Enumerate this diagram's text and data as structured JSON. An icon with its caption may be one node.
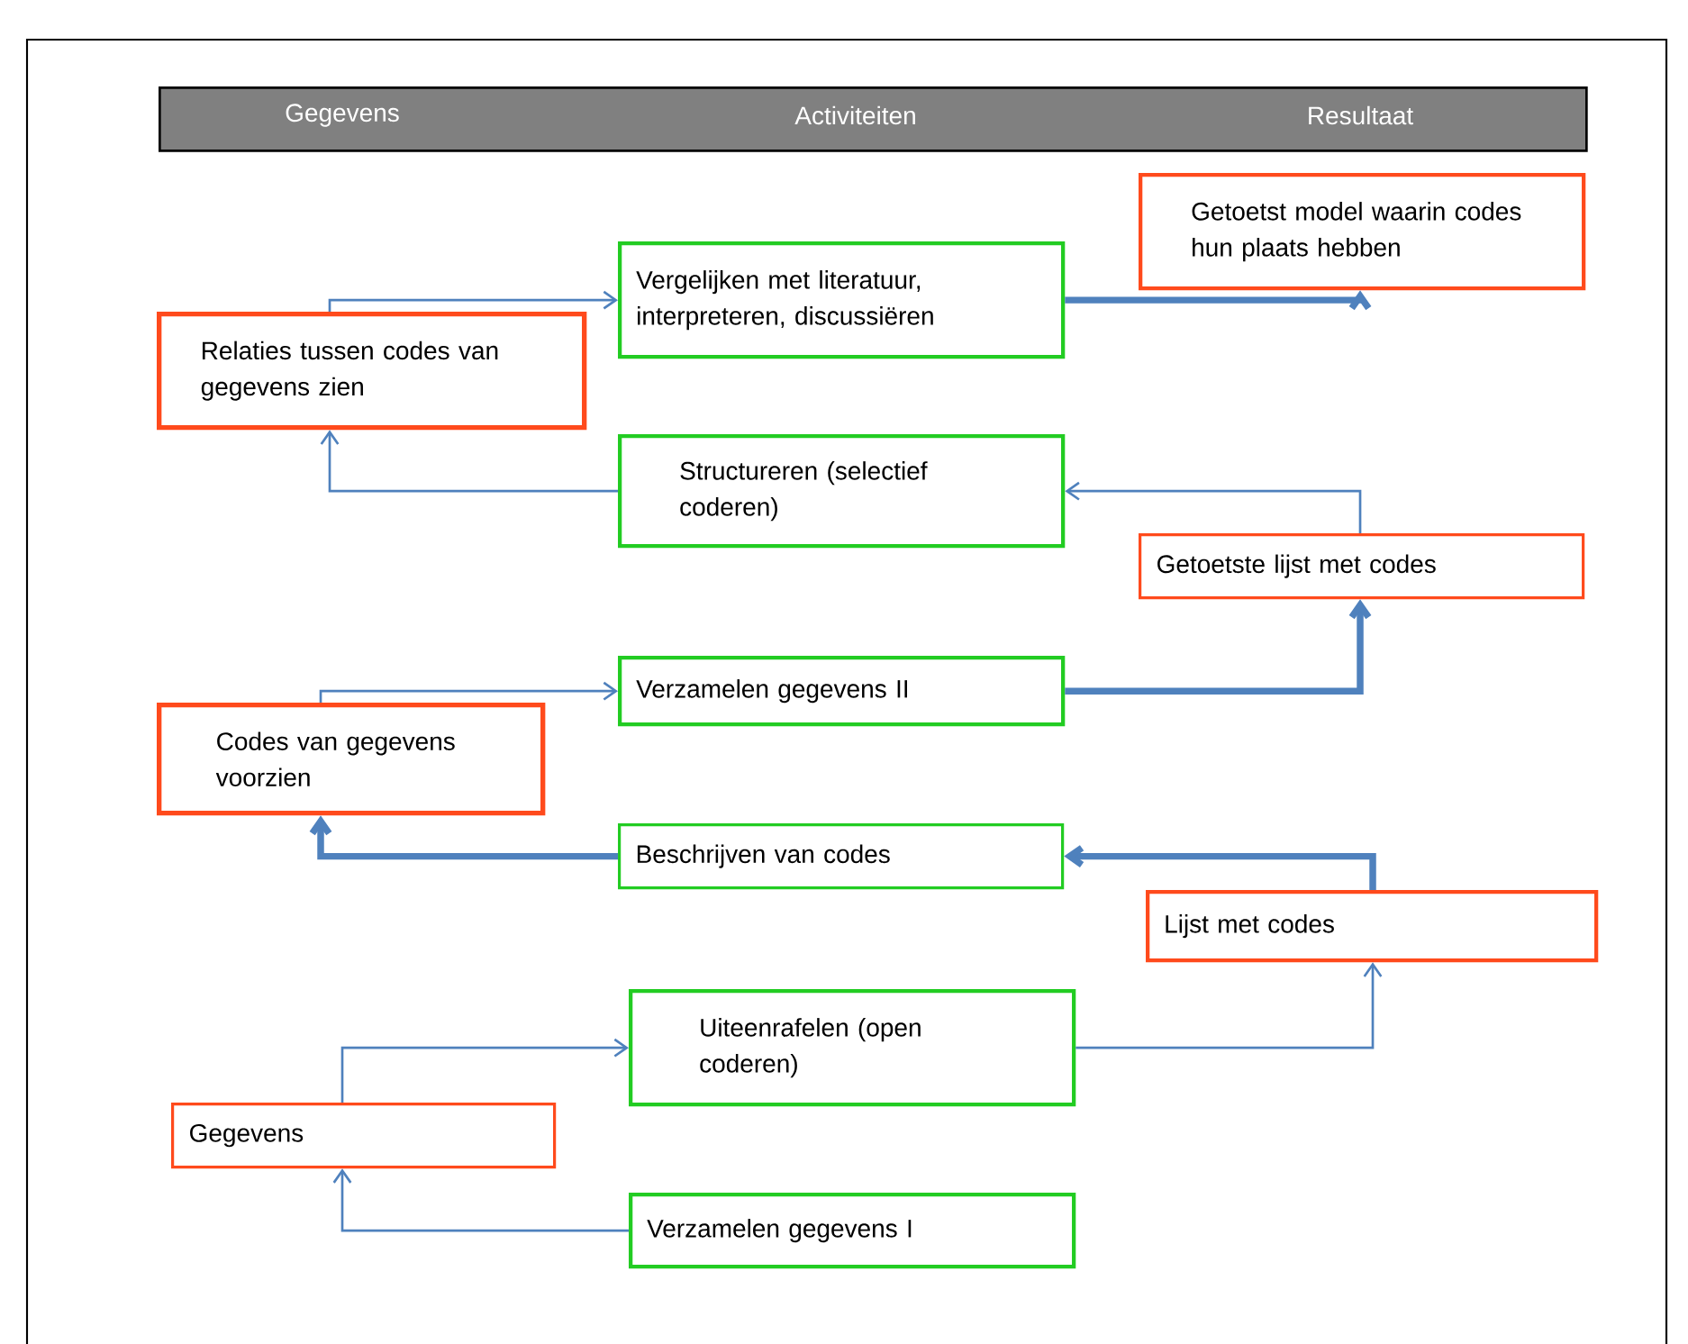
{
  "diagram": {
    "nodes": [
      {
        "text": [
          "Gegevens",
          "Activiteiten",
          "Resultaat"
        ]
      },
      {
        "text": [
          "Getoetst model waarin codes hun plaats hebben"
        ]
      },
      {
        "text": [
          "Vergelijken met literatuur, interpreteren, discussiëren"
        ]
      },
      {
        "text": [
          "Relaties tussen codes van gegevens zien"
        ]
      },
      {
        "text": [
          "Structureren (selectief coderen)"
        ]
      },
      {
        "text": [
          "Getoetste lijst met codes"
        ]
      },
      {
        "text": [
          "Verzamelen gegevens II"
        ]
      },
      {
        "text": [
          "Codes van gegevens voorzien"
        ]
      },
      {
        "text": [
          "Beschrijven van codes"
        ]
      },
      {
        "text": [
          "Lijst met codes"
        ]
      },
      {
        "text": [
          "Uiteenrafelen (open coderen)"
        ]
      },
      {
        "text": [
          "Gegevens"
        ]
      },
      {
        "text": [
          "Verzamelen gegevens I"
        ]
      }
    ],
    "edges": [
      {
        "from": 3,
        "to": 2,
        "arrow": "to"
      },
      {
        "from": 2,
        "to": 1,
        "arrow": "to",
        "style": "thick"
      },
      {
        "from": 4,
        "to": 3,
        "arrow": "to"
      },
      {
        "from": 5,
        "to": 4,
        "arrow": "to"
      },
      {
        "from": 6,
        "to": 5,
        "arrow": "to",
        "style": "thick"
      },
      {
        "from": 7,
        "to": 6,
        "arrow": "to"
      },
      {
        "from": 8,
        "to": 7,
        "arrow": "to",
        "style": "thick"
      },
      {
        "from": 9,
        "to": 8,
        "arrow": "to",
        "style": "thick"
      },
      {
        "from": 10,
        "to": 9,
        "arrow": "to"
      },
      {
        "from": 11,
        "to": 10,
        "arrow": "to"
      },
      {
        "from": 12,
        "to": 11,
        "arrow": "to"
      }
    ]
  }
}
